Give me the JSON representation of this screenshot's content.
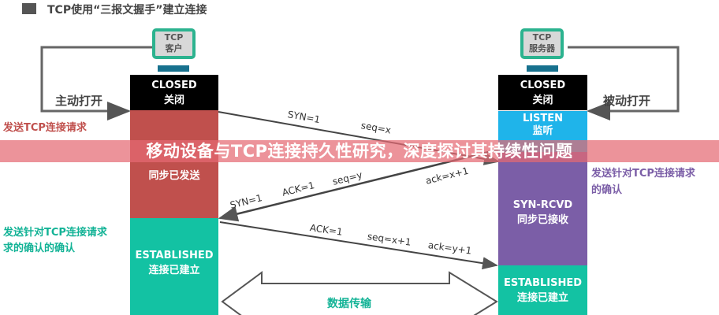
{
  "title": "TCP使用“三报文握手”建立连接",
  "client": {
    "monitor_line1": "TCP",
    "monitor_line2": "客户",
    "open_label": "主动打开",
    "closed": "CLOSED",
    "closed_cn": "关闭",
    "syn_sent_cn": "同步已发送",
    "established": "ESTABLISHED",
    "established_cn": "连接已建立",
    "note_request": "发送TCP连接请求",
    "note_ack_ack_1": "发送针对TCP连接请求",
    "note_ack_ack_2": "求的确认的确认"
  },
  "server": {
    "monitor_line1": "TCP",
    "monitor_line2": "服务器",
    "open_label": "被动打开",
    "closed": "CLOSED",
    "closed_cn": "关闭",
    "listen": "LISTEN",
    "listen_cn": "监听",
    "syn_rcvd": "SYN-RCVD",
    "syn_rcvd_cn": "同步已接收",
    "established": "ESTABLISHED",
    "established_cn": "连接已建立",
    "note_ack_1": "发送针对TCP连接请求",
    "note_ack_2": "的确认"
  },
  "messages": {
    "m1_syn": "SYN=1",
    "m1_seq": "seq=x",
    "m2_syn": "SYN=1",
    "m2_ack": "ACK=1",
    "m2_seq": "seq=y",
    "m2_ackn": "ack=x+1",
    "m3_ack": "ACK=1",
    "m3_seq": "seq=x+1",
    "m3_ackn": "ack=y+1"
  },
  "data_transfer": "数据传输",
  "banner": "移动设备与TCP连接持久性研究，深度探讨其持续性问题",
  "colors": {
    "closed": "#000000",
    "syn_sent": "#c0504d",
    "established": "#13c2a3",
    "listen": "#1fb4ea",
    "syn_rcvd": "#7b5ea7",
    "banner": "#e46973"
  }
}
